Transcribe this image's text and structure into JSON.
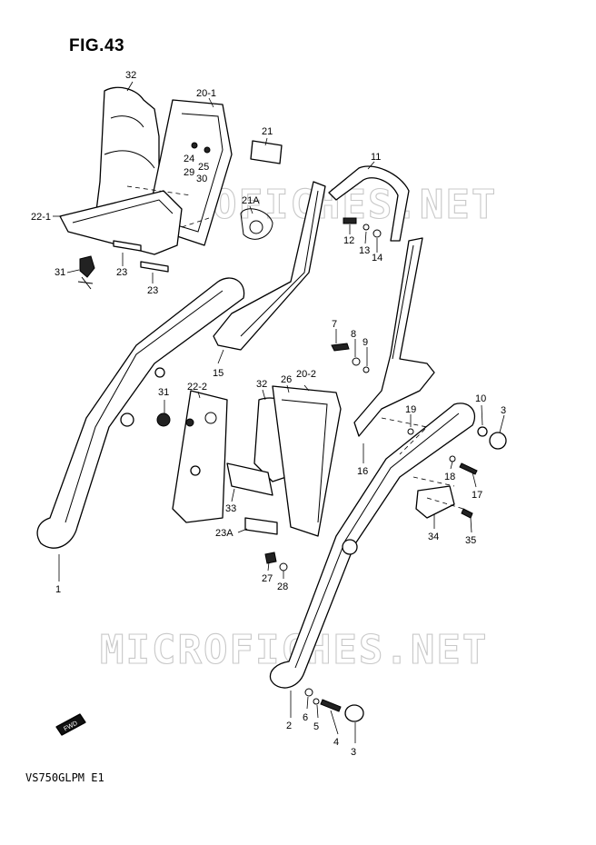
{
  "figure": {
    "title": "FIG.43",
    "model_code": "VS750GLPM E1"
  },
  "watermark": {
    "text": "MICROFICHES.NET"
  },
  "fwd_label": "FWD",
  "callouts": [
    {
      "id": "c32a",
      "label": "32"
    },
    {
      "id": "c20_1",
      "label": "20-1"
    },
    {
      "id": "c21",
      "label": "21"
    },
    {
      "id": "c24",
      "label": "24"
    },
    {
      "id": "c25",
      "label": "25"
    },
    {
      "id": "c29",
      "label": "29"
    },
    {
      "id": "c30",
      "label": "30"
    },
    {
      "id": "c11",
      "label": "11"
    },
    {
      "id": "c21A",
      "label": "21A"
    },
    {
      "id": "c22_1",
      "label": "22-1"
    },
    {
      "id": "c12",
      "label": "12"
    },
    {
      "id": "c13",
      "label": "13"
    },
    {
      "id": "c14",
      "label": "14"
    },
    {
      "id": "c31a",
      "label": "31"
    },
    {
      "id": "c23a",
      "label": "23"
    },
    {
      "id": "c23b",
      "label": "23"
    },
    {
      "id": "c7",
      "label": "7"
    },
    {
      "id": "c8",
      "label": "8"
    },
    {
      "id": "c9",
      "label": "9"
    },
    {
      "id": "c15",
      "label": "15"
    },
    {
      "id": "c22_2",
      "label": "22-2"
    },
    {
      "id": "c32b",
      "label": "32"
    },
    {
      "id": "c26",
      "label": "26"
    },
    {
      "id": "c20_2",
      "label": "20-2"
    },
    {
      "id": "c31b",
      "label": "31"
    },
    {
      "id": "c10",
      "label": "10"
    },
    {
      "id": "c3a",
      "label": "3"
    },
    {
      "id": "c19",
      "label": "19"
    },
    {
      "id": "c18",
      "label": "18"
    },
    {
      "id": "c16",
      "label": "16"
    },
    {
      "id": "c17",
      "label": "17"
    },
    {
      "id": "c33",
      "label": "33"
    },
    {
      "id": "c34",
      "label": "34"
    },
    {
      "id": "c35",
      "label": "35"
    },
    {
      "id": "c23A",
      "label": "23A"
    },
    {
      "id": "c27",
      "label": "27"
    },
    {
      "id": "c28",
      "label": "28"
    },
    {
      "id": "c1",
      "label": "1"
    },
    {
      "id": "c2",
      "label": "2"
    },
    {
      "id": "c6",
      "label": "6"
    },
    {
      "id": "c5",
      "label": "5"
    },
    {
      "id": "c4",
      "label": "4"
    },
    {
      "id": "c3b",
      "label": "3"
    }
  ]
}
